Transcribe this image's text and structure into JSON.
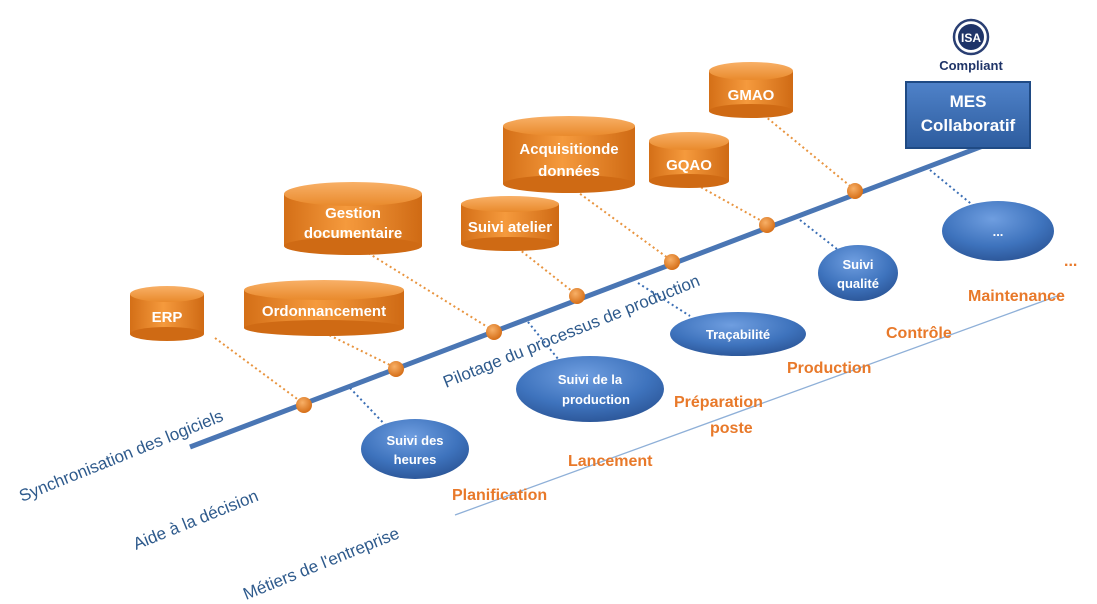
{
  "axes": {
    "synchronisation": "Synchronisation des logiciels",
    "aide": "Aide à la décision",
    "metiers": "Métiers de l'entreprise",
    "pilotage": "Pilotage du processus de production"
  },
  "cylinders": [
    {
      "id": "erp",
      "lines": [
        "ERP"
      ]
    },
    {
      "id": "ordonnancement",
      "lines": [
        "Ordonnancement"
      ]
    },
    {
      "id": "gestion",
      "lines": [
        "Gestion",
        "documentaire"
      ]
    },
    {
      "id": "suivi-atelier",
      "lines": [
        "Suivi atelier"
      ]
    },
    {
      "id": "acquisition",
      "lines": [
        "Acquisitionde",
        "données"
      ]
    },
    {
      "id": "gqao",
      "lines": [
        "GQAO"
      ]
    },
    {
      "id": "gmao",
      "lines": [
        "GMAO"
      ]
    }
  ],
  "ellipses": [
    {
      "id": "suivi-heures",
      "lines": [
        "Suivi des",
        "heures"
      ]
    },
    {
      "id": "suivi-production",
      "lines": [
        "Suivi de la",
        "production"
      ]
    },
    {
      "id": "tracabilite",
      "lines": [
        "Traçabilité"
      ]
    },
    {
      "id": "suivi-qualite",
      "lines": [
        "Suivi",
        "qualité"
      ]
    },
    {
      "id": "ellipsis",
      "lines": [
        "..."
      ]
    }
  ],
  "metiers": [
    {
      "id": "planification",
      "lines": [
        "Planification"
      ]
    },
    {
      "id": "lancement",
      "lines": [
        "Lancement"
      ]
    },
    {
      "id": "preparation",
      "lines": [
        "Préparation",
        "poste"
      ]
    },
    {
      "id": "production",
      "lines": [
        "Production"
      ]
    },
    {
      "id": "controle",
      "lines": [
        "Contrôle"
      ]
    },
    {
      "id": "maintenance",
      "lines": [
        "Maintenance"
      ]
    },
    {
      "id": "more",
      "lines": [
        "..."
      ]
    }
  ],
  "mes_box": {
    "lines": [
      "MES",
      "Collaboratif"
    ]
  },
  "isa_logo": {
    "badge": "ISA",
    "caption": "Compliant"
  },
  "colors": {
    "orange": "#ec8a2e",
    "orange_dark": "#c96a12",
    "blue": "#3b6fb6",
    "blue_dark": "#2a5394",
    "axis_blue": "#4a76b4",
    "metier_text": "#e8792a"
  }
}
